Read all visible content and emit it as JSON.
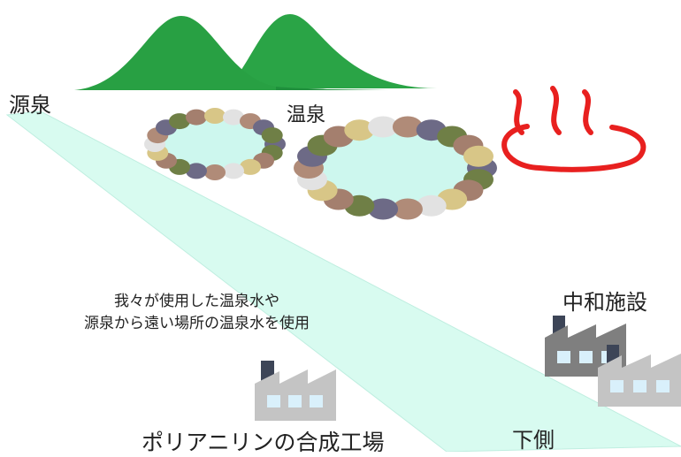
{
  "labels": {
    "source": "源泉",
    "hot_spring": "温泉",
    "neutralization": "中和施設",
    "downstream": "下側",
    "factory": "ポリアニリンの合成工場"
  },
  "note": {
    "line1": "我々が使用した温泉水や",
    "line2": "源泉から遠い場所の温泉水を使用"
  },
  "icons": {
    "onsen": "hot-spring-symbol",
    "factory": "factory",
    "mountains": "mountains"
  },
  "colors": {
    "mountain_back": "#2aa446",
    "mountain_front": "#1f8f3c",
    "stream": "#d8fbf0",
    "pool_water": "#cdf7ee",
    "onsen_symbol": "#e8201f",
    "factory_dark": "#7f7f7f",
    "factory_light": "#c4c4c4",
    "chimney": "#3d4557",
    "window": "#d9f0fb"
  }
}
